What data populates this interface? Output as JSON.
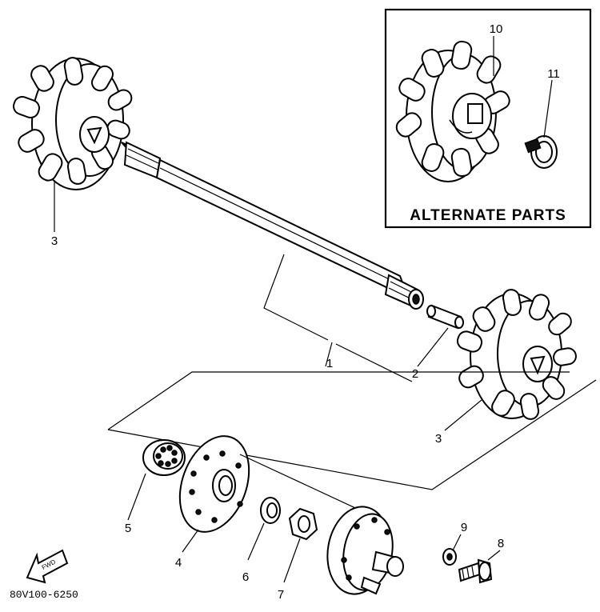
{
  "callouts": {
    "c1": "1",
    "c2": "2",
    "c3_left": "3",
    "c3_right": "3",
    "c4": "4",
    "c5": "5",
    "c6": "6",
    "c7": "7",
    "c8": "8",
    "c9": "9",
    "c10": "10",
    "c11": "11"
  },
  "alternate_box": {
    "label": "ALTERNATE PARTS"
  },
  "fwd_arrow": {
    "label": "FWD",
    "icon": "forward-arrow-icon"
  },
  "diagram_code": "80V100-6250",
  "colors": {
    "ink": "#000000",
    "paper": "#ffffff"
  }
}
